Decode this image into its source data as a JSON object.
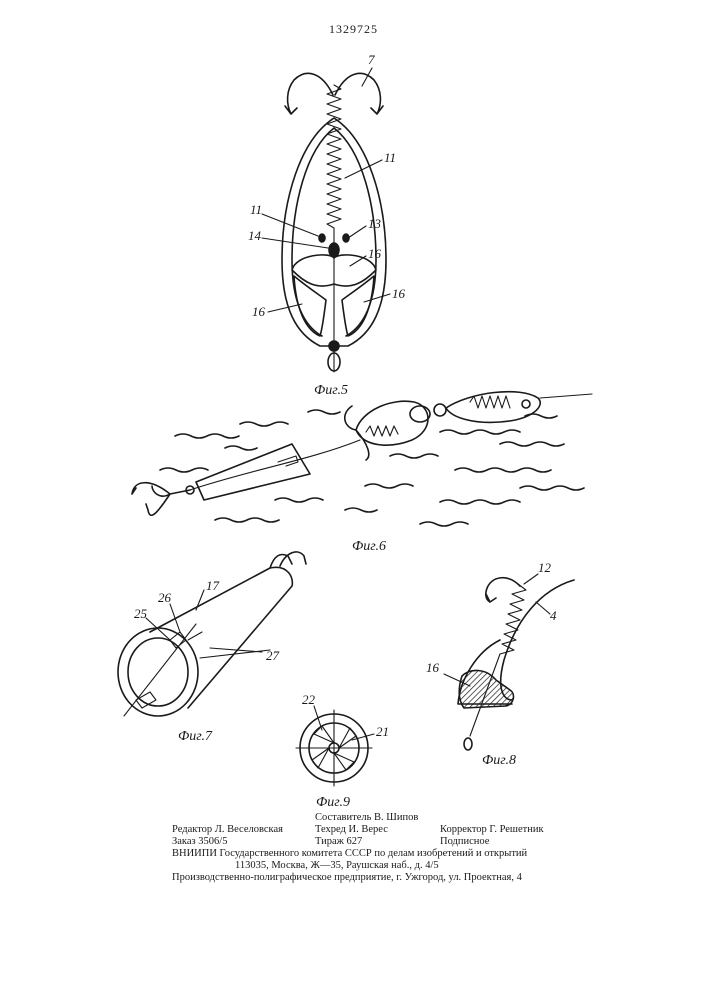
{
  "patent_number": "1329725",
  "figures": {
    "fig5": {
      "caption": "Фиг.5",
      "labels": [
        "7",
        "11",
        "11",
        "14",
        "13",
        "16",
        "16",
        "16"
      ]
    },
    "fig6": {
      "caption": "Фиг.6"
    },
    "fig7": {
      "caption": "Фиг.7",
      "labels": [
        "17",
        "26",
        "25",
        "27"
      ]
    },
    "fig8": {
      "caption": "Фиг.8",
      "labels": [
        "12",
        "4",
        "16"
      ]
    },
    "fig9": {
      "caption": "Фиг.9",
      "labels": [
        "22",
        "21"
      ]
    }
  },
  "colophon": {
    "compiler": "Составитель В. Шипов",
    "editor": "Редактор Л. Веселовская",
    "techred": "Техред И. Верес",
    "corrector": "Корректор Г. Решетник",
    "order": "Заказ 3506/5",
    "circulation": "Тираж 627",
    "subscription": "Подписное",
    "institute": "ВНИИПИ Государственного комитета СССР по делам изобретений и открытий",
    "address": "113035, Москва, Ж—35, Раушская наб., д. 4/5",
    "printer": "Производственно-полиграфическое предприятие, г. Ужгород, ул. Проектная, 4"
  }
}
